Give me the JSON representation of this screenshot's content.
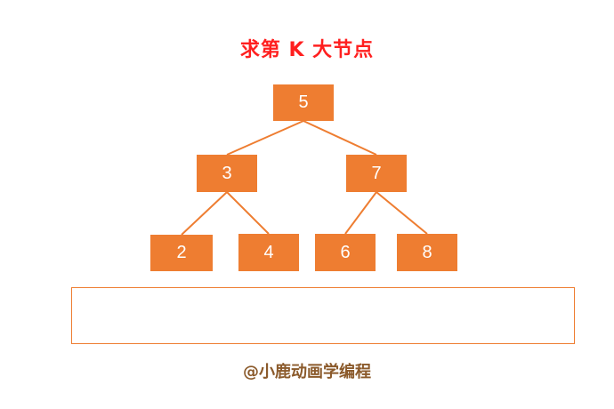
{
  "title": "求第 K 大节点",
  "tree": {
    "root": "5",
    "left": "3",
    "right": "7",
    "left_left": "2",
    "left_right": "4",
    "right_left": "6",
    "right_right": "8"
  },
  "colors": {
    "node_fill": "#ee7d31",
    "edge": "#ee7d31",
    "title": "#ff1f1f",
    "footer": "#8b5a2b"
  },
  "footer": "@小鹿动画学编程"
}
